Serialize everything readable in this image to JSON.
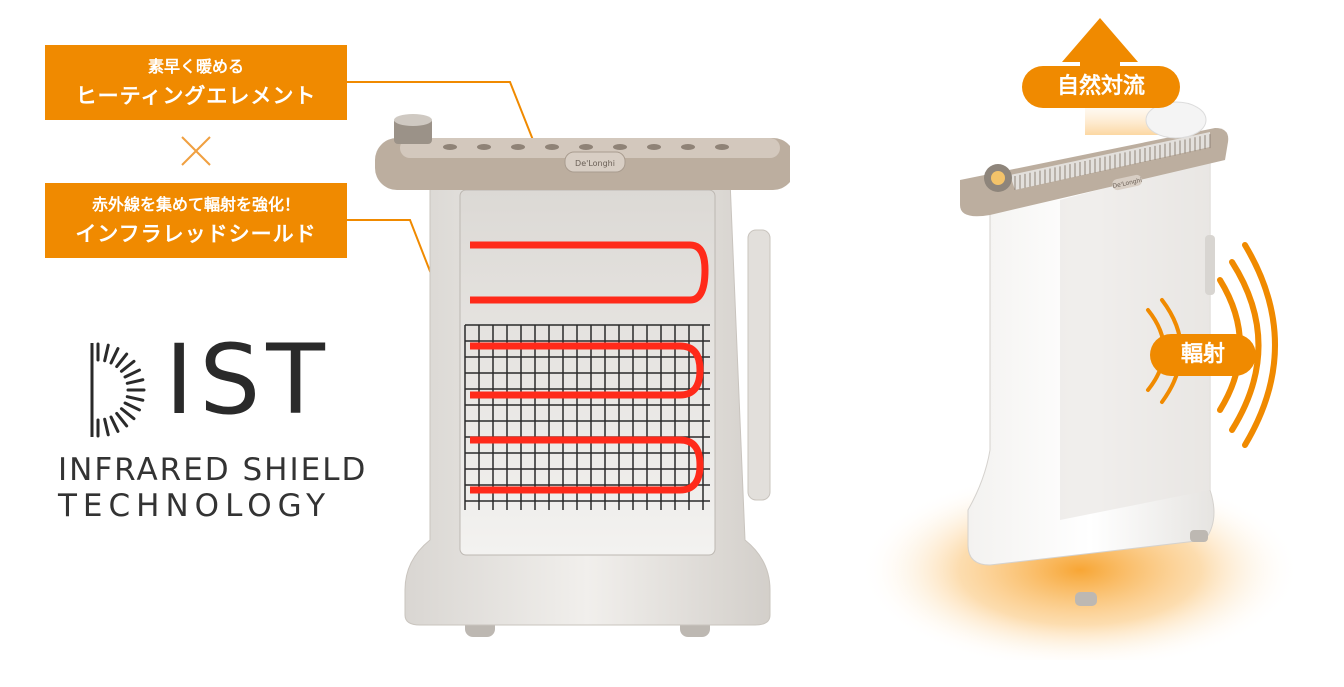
{
  "heating_element": {
    "line1": "素早く暖める",
    "line2": "ヒーティングエレメント"
  },
  "infrared_shield": {
    "line1": "赤外線を集めて輻射を強化！",
    "line2": "インフラレッドシールド"
  },
  "ist_logo": {
    "letters": "IST",
    "line1": "INFRARED SHIELD",
    "line2": "TECHNOLOGY"
  },
  "heater_front": {
    "brand_plate": "De'Longhi"
  },
  "heater_side": {
    "brand_plate": "De'Longhi"
  },
  "badges": {
    "convection": "自然対流",
    "radiation": "輻射"
  },
  "colors": {
    "accent_orange": "#f08a00",
    "element_red": "#ff2a1a",
    "heater_body": "#ebe9e6",
    "heater_trim": "#bcae9f"
  },
  "icons": {
    "cross": "cross-icon",
    "arrow_up": "arrow-up-icon",
    "radiation_waves": "radiation-waves-icon"
  }
}
